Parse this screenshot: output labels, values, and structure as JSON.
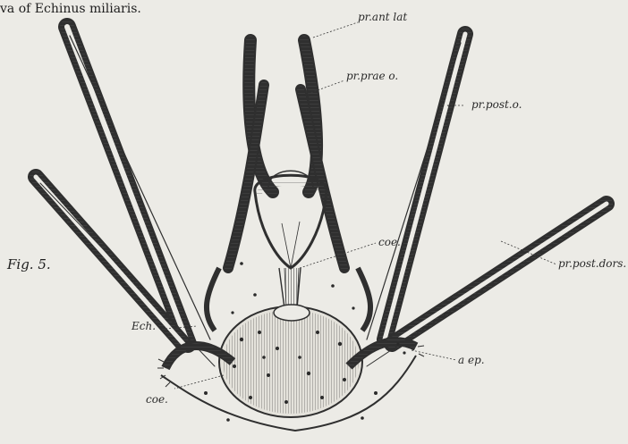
{
  "caption": "va of Echinus miliaris.",
  "figure_label": "Fig. 5.",
  "labels": {
    "pr_ant_lat": "pr.ant lat",
    "pr_prae_o": "pr.prae o.",
    "pr_post_o": "pr.post.o.",
    "coe_upper": "coe.",
    "pr_post_dors": "pr.post.dors.",
    "ech": "Ech.",
    "a_ep": "a ep.",
    "coe_lower": "coe."
  },
  "colors": {
    "paper": "#ecebe6",
    "ink": "#2a2a2a"
  }
}
